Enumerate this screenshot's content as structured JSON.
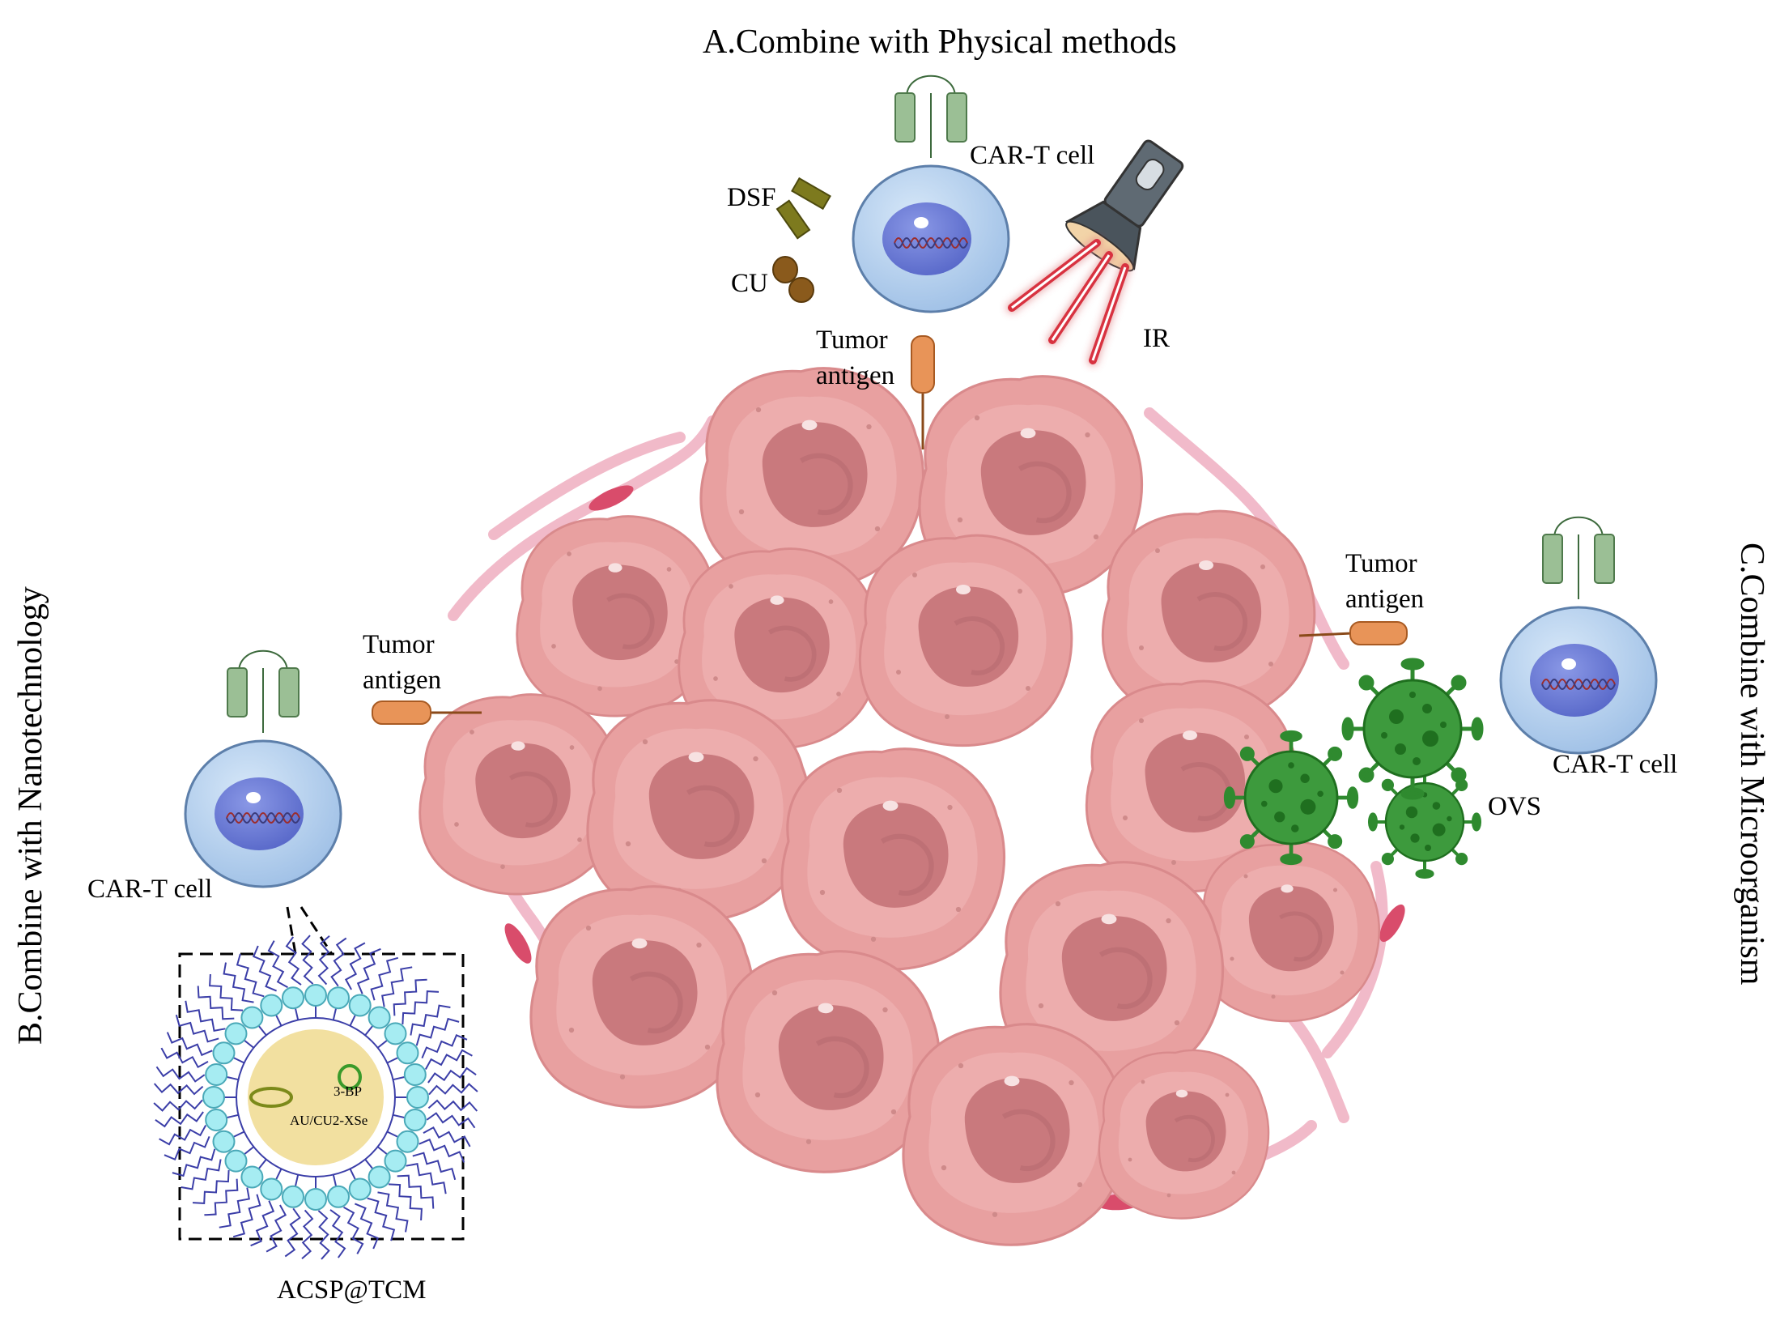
{
  "titles": {
    "a": "A.Combine with Physical methods",
    "b": "B.Combine with Nanotechnology",
    "c": "C.Combine with Microorganism"
  },
  "labels": {
    "car_t_a": "CAR-T cell",
    "car_t_b": "CAR-T cell",
    "car_t_c": "CAR-T cell",
    "dsf": "DSF",
    "cu": "CU",
    "ir": "IR",
    "tumor_antigen_top_1": "Tumor",
    "tumor_antigen_top_2": "antigen",
    "tumor_antigen_left_1": "Tumor",
    "tumor_antigen_left_2": "antigen",
    "tumor_antigen_right_1": "Tumor",
    "tumor_antigen_right_2": "antigen",
    "ovs": "OVS",
    "bp": "3-BP",
    "au_cu": "AU/CU2-XSe",
    "acsp": "ACSP@TCM"
  },
  "colors": {
    "tcell_body": "#b8d3ee",
    "tcell_nucleus": "#6f80d8",
    "receptor": "#9bbf95",
    "tumor_cell": "#e9a3a3",
    "tumor_nucleus": "#c97f82",
    "antigen": "#e89458",
    "virus": "#2f8a2f",
    "drug_dsf": "#7d7a1e",
    "drug_cu": "#8a5a1c",
    "laser": "#d8323f",
    "liposome_bead": "#a6ecf2",
    "liposome_core": "#f2e0a0",
    "lipid_tail": "#3b3ea8"
  }
}
